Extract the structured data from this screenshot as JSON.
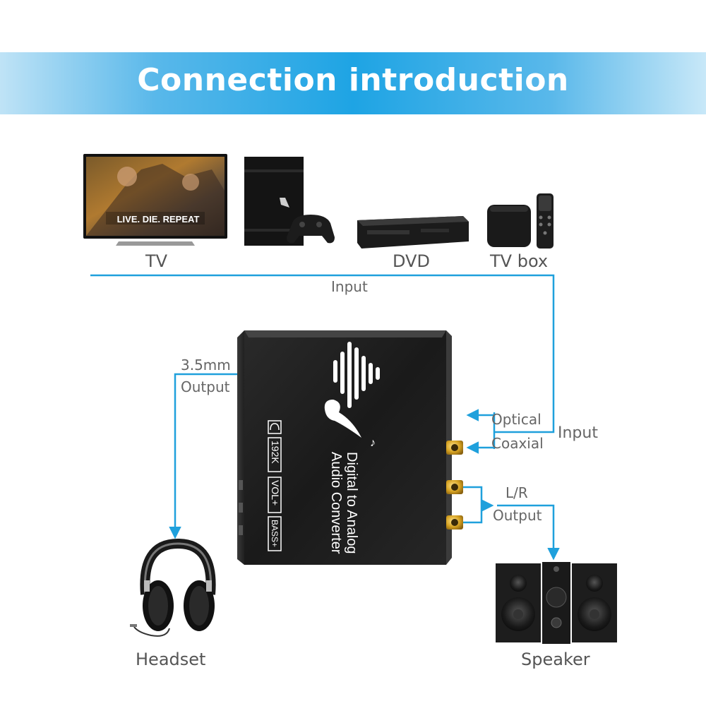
{
  "title": "Connection introduction",
  "devices": {
    "tv": {
      "label": "TV",
      "screen_text": "LIVE. DIE. REPEAT"
    },
    "dvd": {
      "label": "DVD"
    },
    "tvbox": {
      "label": "TV box"
    }
  },
  "input_label": "Input",
  "left_output": {
    "line1": "3.5mm",
    "line2": "Output"
  },
  "right_input": {
    "optical": "Optical",
    "coaxial": "Coaxial",
    "input": "Input"
  },
  "lr_output": {
    "line1": "L/R",
    "line2": "Output"
  },
  "converter": {
    "line1": "Digital to Analog",
    "line2": "Audio Converter",
    "buttons": [
      "192K",
      "VOL+",
      "BASS+"
    ]
  },
  "headset_label": "Headset",
  "speaker_label": "Speaker",
  "colors": {
    "accent": "#1fa0dc",
    "banner": "#1ea4e4",
    "label": "#555555",
    "rca_gold": "#d4a020"
  }
}
